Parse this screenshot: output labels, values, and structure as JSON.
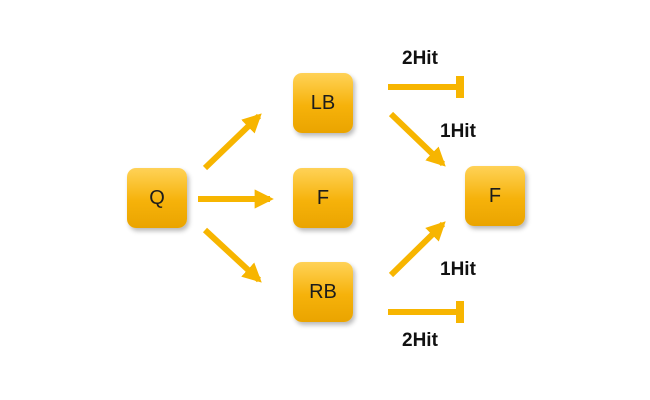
{
  "nodes": {
    "q": "Q",
    "lb": "LB",
    "f_middle": "F",
    "rb": "RB",
    "f_right": "F"
  },
  "edge_labels": {
    "lb_blocked": "2Hit",
    "lb_to_f": "1Hit",
    "rb_to_f": "1Hit",
    "rb_blocked": "2Hit"
  },
  "colors": {
    "node_fill": "#f6b20a",
    "arrow": "#f7b500",
    "label_text": "#111111"
  }
}
